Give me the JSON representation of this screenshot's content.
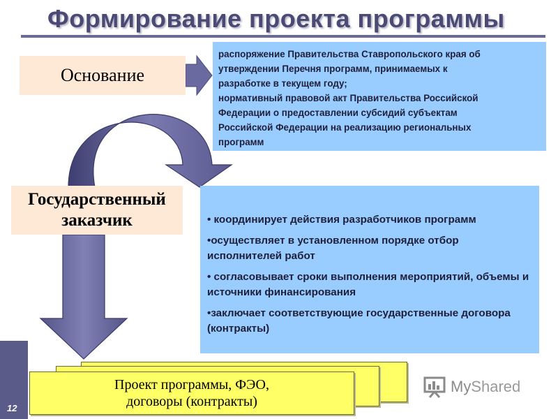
{
  "slide": {
    "title": "Формирование проекта программы",
    "page_number": "12"
  },
  "basis": {
    "label": "Основание",
    "lines": [
      "распоряжение Правительства Ставропольского края об",
      "утверждении Перечня программ, принимаемых к",
      "разработке в текущем году;",
      "нормативный правовой акт Правительства Российской",
      "Федерации о предоставлении субсидий субъектам",
      "Российской Федерации на реализацию региональных",
      "программ"
    ]
  },
  "customer": {
    "label_line1": "Государственный",
    "label_line2": "заказчик",
    "duties": [
      "• координирует действия разработчиков программ",
      "•осуществляет в установленном порядке отбор исполнителей работ",
      "• согласовывает сроки выполнения  мероприятий, объемы и источники финансирования",
      "•заключает соответствующие государственные договора (контракты)"
    ]
  },
  "result": {
    "line1": "Проект программы, ФЭО,",
    "line2": "договоры (контракты)"
  },
  "logo": {
    "text_part1": "My",
    "text_part2": "Shared",
    "icon": "presentation-board-icon"
  },
  "colors": {
    "peach": "#fde9d6",
    "light_blue": "#99ccff",
    "arrow_purple": "#6a6aa0",
    "yellow": "#ffff66",
    "title_purple": "#4a4a74"
  }
}
